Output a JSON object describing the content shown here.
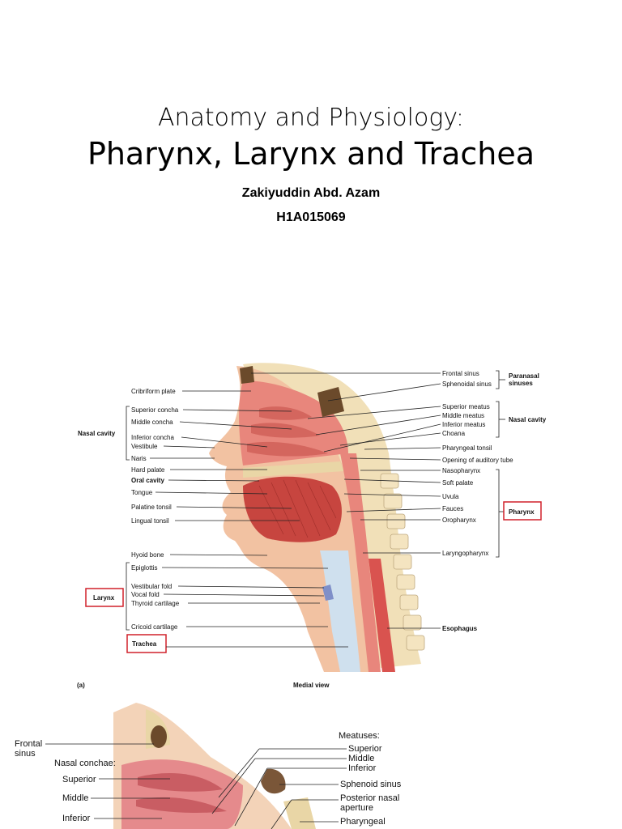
{
  "slide": {
    "title_line1": "Anatomy and Physiology:",
    "title_line2": "Pharynx, Larynx and Trachea",
    "author": "Zakiyuddin Abd. Azam",
    "student_id": "H1A015069"
  },
  "figure_a": {
    "panel_label": "(a)",
    "caption": "Medial view",
    "left_labels": {
      "cribriform_plate": "Cribriform plate",
      "nasal_cavity_group": "Nasal cavity",
      "superior_concha": "Superior concha",
      "middle_concha": "Middle concha",
      "inferior_concha": "Inferior concha",
      "vestibule": "Vestibule",
      "naris": "Naris",
      "hard_palate": "Hard palate",
      "oral_cavity": "Oral cavity",
      "tongue": "Tongue",
      "palatine_tonsil": "Palatine tonsil",
      "lingual_tonsil": "Lingual tonsil",
      "hyoid_bone": "Hyoid bone",
      "larynx_group": "Larynx",
      "epiglottis": "Epiglottis",
      "vestibular_fold": "Vestibular fold",
      "vocal_fold": "Vocal fold",
      "thyroid_cartilage": "Thyroid cartilage",
      "cricoid_cartilage": "Cricoid cartilage",
      "trachea": "Trachea"
    },
    "right_labels": {
      "frontal_sinus": "Frontal sinus",
      "sphenoidal_sinus": "Sphenoidal sinus",
      "paranasal_group_1": "Paranasal",
      "paranasal_group_2": "sinuses",
      "superior_meatus": "Superior meatus",
      "middle_meatus": "Middle meatus",
      "inferior_meatus": "Inferior meatus",
      "choana": "Choana",
      "nasal_cavity_group": "Nasal cavity",
      "pharyngeal_tonsil": "Pharyngeal tonsil",
      "opening_auditory_tube": "Opening of auditory tube",
      "nasopharynx": "Nasopharynx",
      "soft_palate": "Soft palate",
      "uvula": "Uvula",
      "fauces": "Fauces",
      "oropharynx": "Oropharynx",
      "pharynx_group": "Pharynx",
      "laryngopharynx": "Laryngopharynx",
      "esophagus": "Esophagus"
    },
    "colors": {
      "highlight_box": "#d0202a",
      "tissue": "#e8867c",
      "bone": "#f1e0b8"
    }
  },
  "figure_b": {
    "frontal_sinus_1": "Frontal",
    "frontal_sinus_2": "sinus",
    "nasal_conchae": "Nasal conchae:",
    "superior": "Superior",
    "middle": "Middle",
    "inferior": "Inferior",
    "meatuses": "Meatuses:",
    "m_superior": "Superior",
    "m_middle": "Middle",
    "m_inferior": "Inferior",
    "sphenoid_sinus": "Sphenoid sinus",
    "posterior_nasal_1": "Posterior nasal",
    "posterior_nasal_2": "aperture",
    "pharyngeal": "Pharyngeal"
  }
}
